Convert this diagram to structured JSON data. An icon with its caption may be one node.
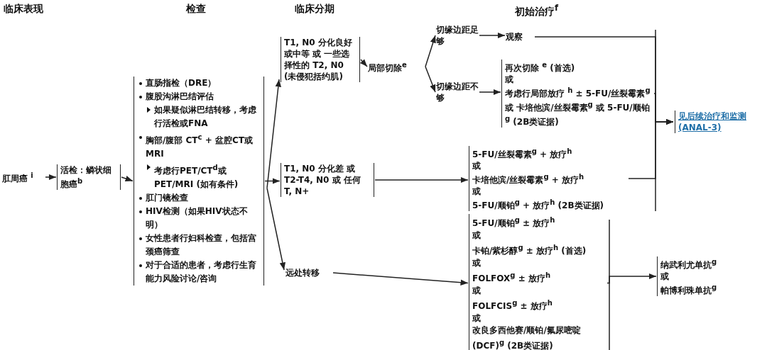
{
  "diagram": {
    "nodes": [
      {
        "text": [
          "肛周癌 $^{i}$"
        ]
      },
      {
        "text": [
          "活检：鳞状细胞癌$^{b}$"
        ]
      },
      {
        "text": [
          "直肠指检（DRE）",
          "腹股沟淋巴结评估",
          "如果疑似淋巴结转移，考虑行活检或FNA",
          "胸部/腹部 CT$^{c}$ + 盆腔CT或MRI",
          "考虑行PET/CT$^{d}$或PET/MRI (如有条件)",
          "肛门镜检查",
          "HIV检测（如果HIV状态不明）",
          "女性患者行妇科检查，包括宫颈癌筛查",
          "对于合适的患者，考虑行生育能力风险讨论/咨询"
        ]
      },
      {
        "text": [
          "T1, N0 分化良好或中等 或 一些选择性的 T2, N0 (未侵犯括约肌)"
        ]
      },
      {
        "text": [
          "局部切除$^{e}$"
        ]
      },
      {
        "text": [
          "切缘边距足够"
        ]
      },
      {
        "text": [
          "切缘边距不够"
        ]
      },
      {
        "text": [
          "观察"
        ]
      },
      {
        "text": [
          "再次切除 $^{e}$ (首选)",
          "或",
          "考虑行局部放疗 $^{h}$ ± 5-FU/丝裂霉素$^{g}$ 或 卡培他滨/丝裂霉素$^{g}$ 或 5-FU/顺铂$^{g}$ (2B类证据)"
        ]
      },
      {
        "text": [
          "T1, N0 分化差 或 T2-T4, N0 或 任何 T, N+"
        ]
      },
      {
        "text": [
          "5-FU/丝裂霉素$^{g}$ + 放疗$^{h}$",
          "或",
          "卡培他滨/丝裂霉素$^{g}$ + 放疗$^{h}$",
          "或",
          "5-FU/顺铂$^{g}$ + 放疗$^{h}$ (2B类证据)"
        ]
      },
      {
        "text": [
          "远处转移"
        ]
      },
      {
        "text": [
          "5-FU/顺铂$^{g}$ ± 放疗$^{h}$",
          "或",
          "卡铂/紫杉醇$^{g}$ ± 放疗$^{h}$ (首选)",
          "或",
          "FOLFOX$^{g}$ ± 放疗$^{h}$",
          "或",
          "FOLFCIS$^{g}$ ± 放疗$^{h}$",
          "或",
          "改良多西他赛/顺铂/氟尿嘧啶 (DCF)$^{g}$ (2B类证据)"
        ]
      },
      {
        "text": [
          "见后续治疗和监测 (ANAL-3)"
        ]
      },
      {
        "text": [
          "纳武利尤单抗$^{g}$",
          "或",
          "帕博利珠单抗$^{g}$"
        ]
      }
    ],
    "edges": [
      {
        "from": 0,
        "to": 1,
        "arrow": "to"
      },
      {
        "from": 1,
        "to": 2,
        "arrow": "to"
      },
      {
        "from": 2,
        "to": 3,
        "arrow": "to"
      },
      {
        "from": 2,
        "to": 9,
        "arrow": "to"
      },
      {
        "from": 2,
        "to": 11,
        "arrow": "to"
      },
      {
        "from": 3,
        "to": 4,
        "arrow": "to"
      },
      {
        "from": 4,
        "to": 5,
        "arrow": "to"
      },
      {
        "from": 4,
        "to": 6,
        "arrow": "to"
      },
      {
        "from": 5,
        "to": 7,
        "arrow": "to"
      },
      {
        "from": 6,
        "to": 8,
        "arrow": "to"
      },
      {
        "from": 9,
        "to": 10,
        "arrow": "to"
      },
      {
        "from": 11,
        "to": 12,
        "arrow": "to"
      },
      {
        "from": 7,
        "to": 13,
        "arrow": "to"
      },
      {
        "from": 8,
        "to": 13,
        "arrow": "to"
      },
      {
        "from": 10,
        "to": 13,
        "arrow": "to"
      },
      {
        "from": 12,
        "to": 14,
        "arrow": "to"
      }
    ],
    "labels": [
      "临床表现",
      "检查",
      "临床分期",
      "初始治疗$^{f}$"
    ]
  }
}
